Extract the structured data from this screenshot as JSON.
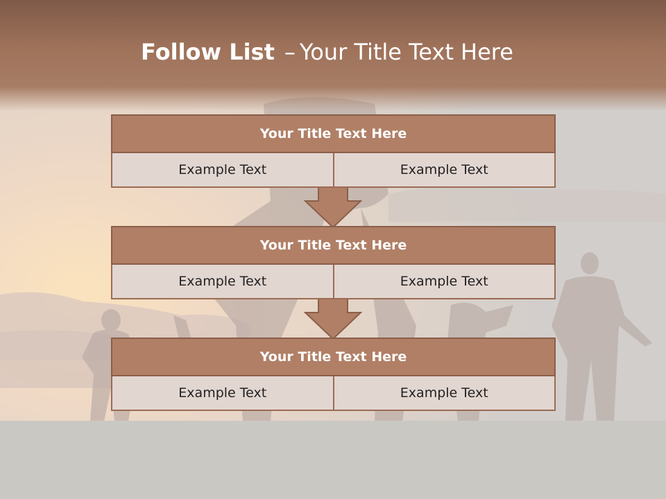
{
  "title": {
    "bold": "Follow List",
    "dash": "–",
    "rest": "Your Title Text Here"
  },
  "blocks": [
    {
      "header": "Your Title Text Here",
      "left": "Example Text",
      "right": "Example Text"
    },
    {
      "header": "Your Title Text Here",
      "left": "Example Text",
      "right": "Example Text"
    },
    {
      "header": "Your Title Text Here",
      "left": "Example Text",
      "right": "Example Text"
    }
  ],
  "colors": {
    "accent": "#b07f66",
    "cell": "#e2d6d1",
    "band": "#a0735b"
  }
}
